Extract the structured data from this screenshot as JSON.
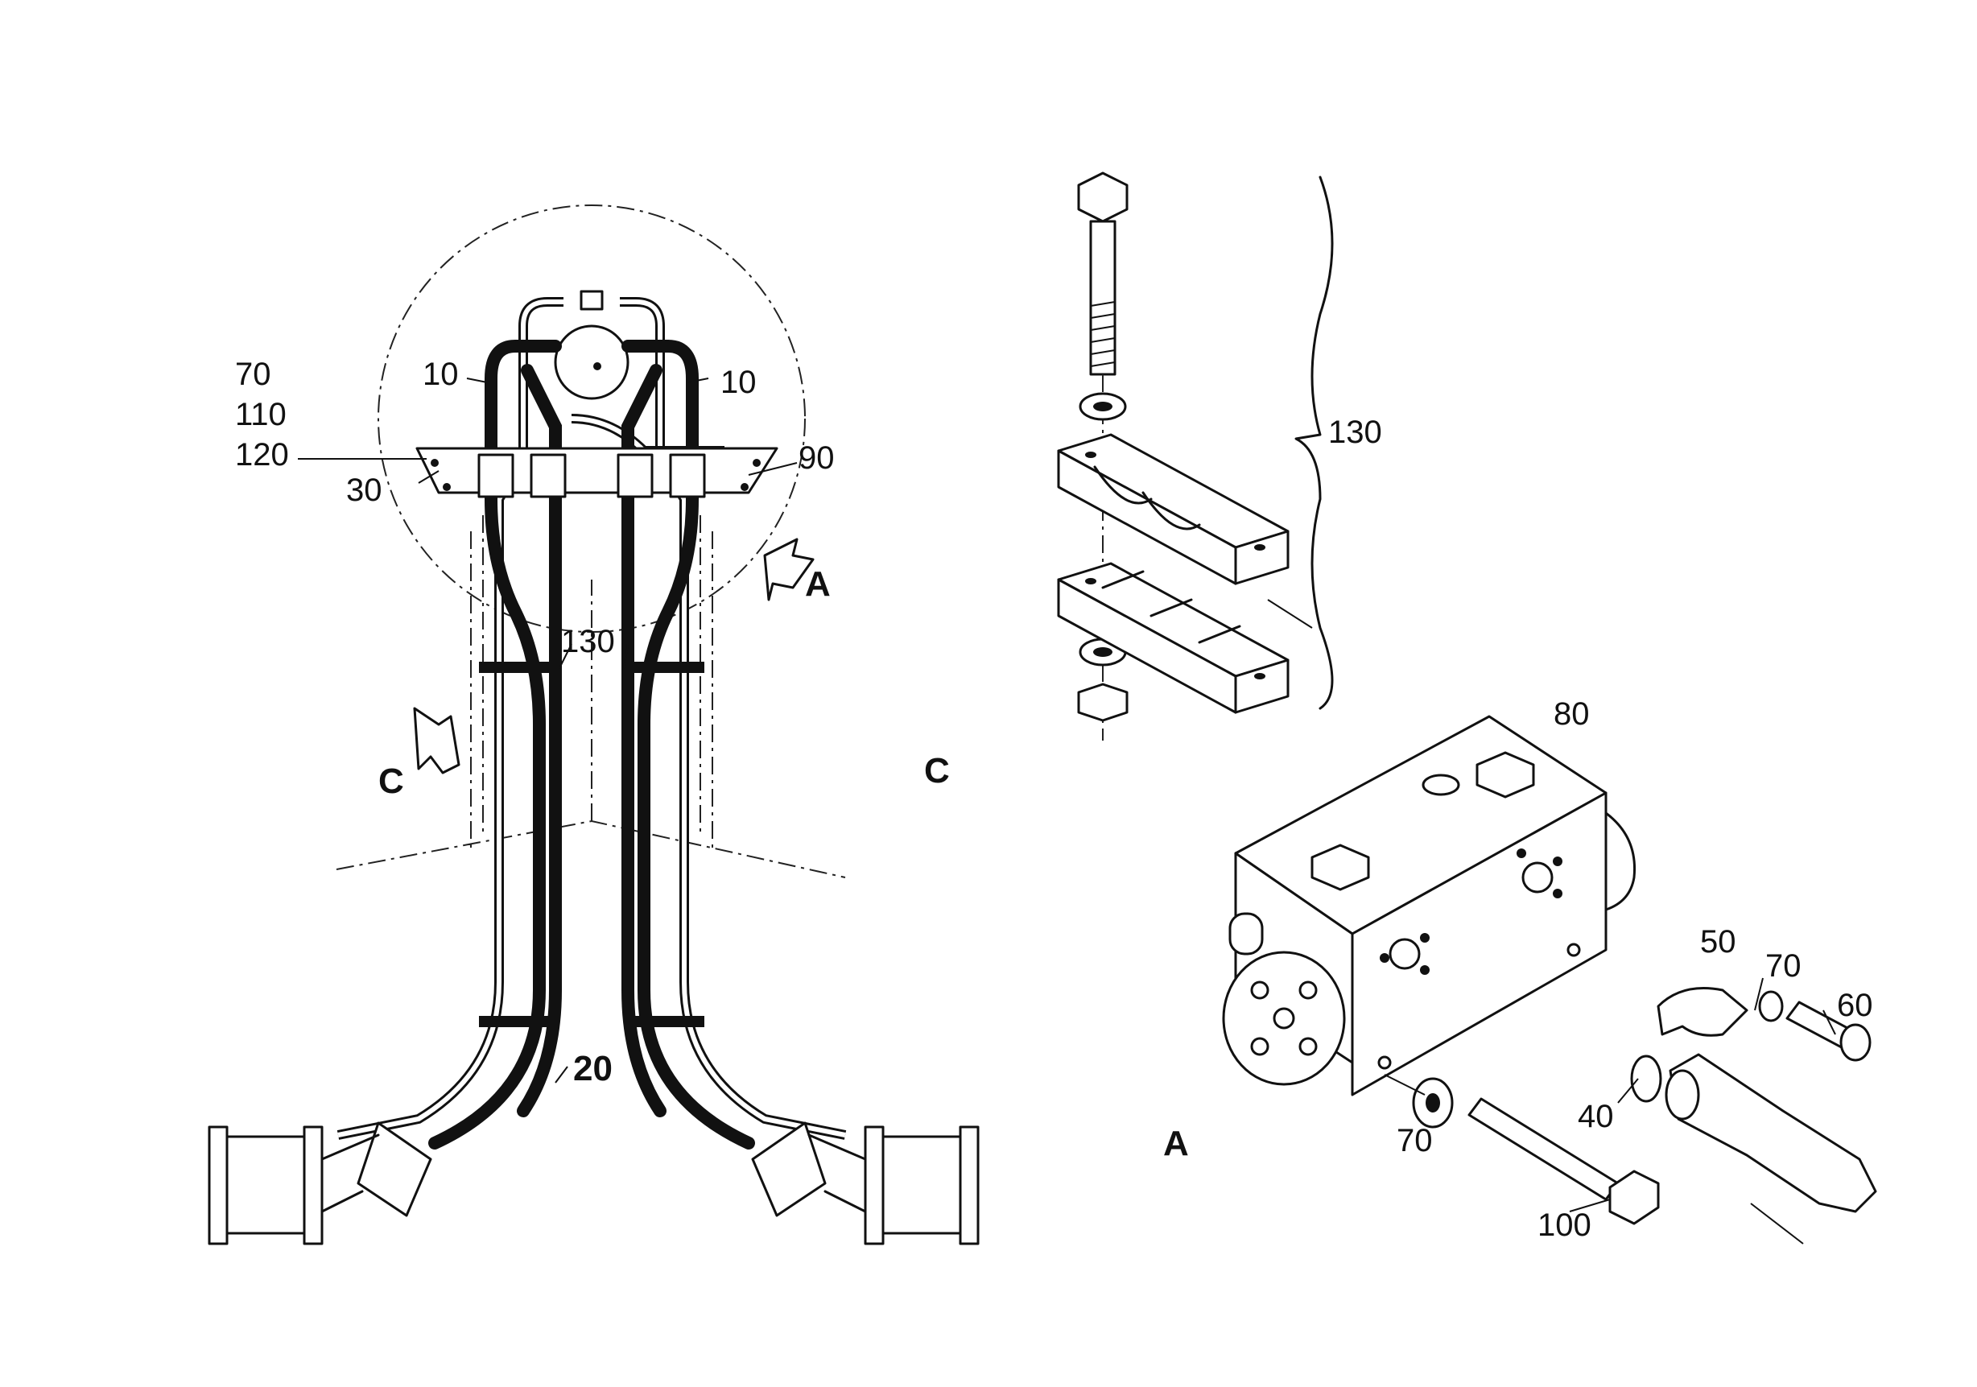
{
  "labels": {
    "hose_left": "10",
    "hose_right": "10",
    "left_stack_1": "70",
    "left_stack_2": "110",
    "left_stack_3": "120",
    "bracket_30": "30",
    "bracket_90": "90",
    "clamp_130_left": "130",
    "view_a_arrow": "A",
    "view_c_arrow": "C",
    "pipe_20": "20",
    "clamp_group": "130",
    "view_c_title": "C",
    "valve_block": "80",
    "flange_50": "50",
    "washer_70_top": "70",
    "screw_60": "60",
    "oring_40": "40",
    "washer_70_bottom": "70",
    "bolt_100": "100",
    "view_a_title": "A"
  },
  "colors": {
    "ink": "#111111",
    "paper": "#ffffff"
  }
}
